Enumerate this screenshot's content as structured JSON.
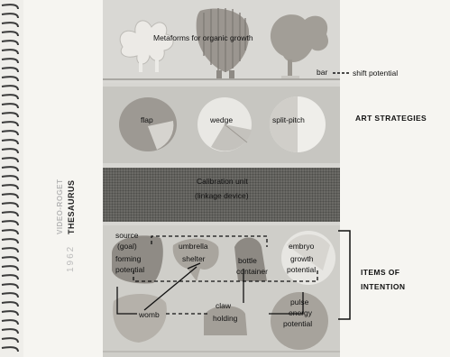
{
  "spine": {
    "title": "VIDEO-ROGET",
    "subtitle": "THESAURUS",
    "year": "1962"
  },
  "plate": {
    "row1_caption": "Metaforms for organic growth",
    "bar_label": "bar",
    "shift_label": "shift potential",
    "row2": [
      "flap",
      "wedge",
      "split-pitch"
    ],
    "row3_line1": "Calibration unit",
    "row3_line2": "(linkage device)",
    "row4": {
      "source_l1": "source",
      "source_l2": "(goal)",
      "source_l3": "forming",
      "source_l4": "potential",
      "umbrella_l1": "umbrella",
      "umbrella_l2": "shelter",
      "bottle_l1": "bottle",
      "bottle_l2": "container",
      "embryo_l1": "embryo",
      "embryo_l2": "growth",
      "embryo_l3": "potential",
      "womb": "womb",
      "claw_l1": "claw",
      "claw_l2": "holding",
      "pulse_l1": "pulse",
      "pulse_l2": "energy",
      "pulse_l3": "potential"
    }
  },
  "side_labels": {
    "art": "ART STRATEGIES",
    "items_l1": "ITEMS OF",
    "items_l2": "INTENTION"
  }
}
